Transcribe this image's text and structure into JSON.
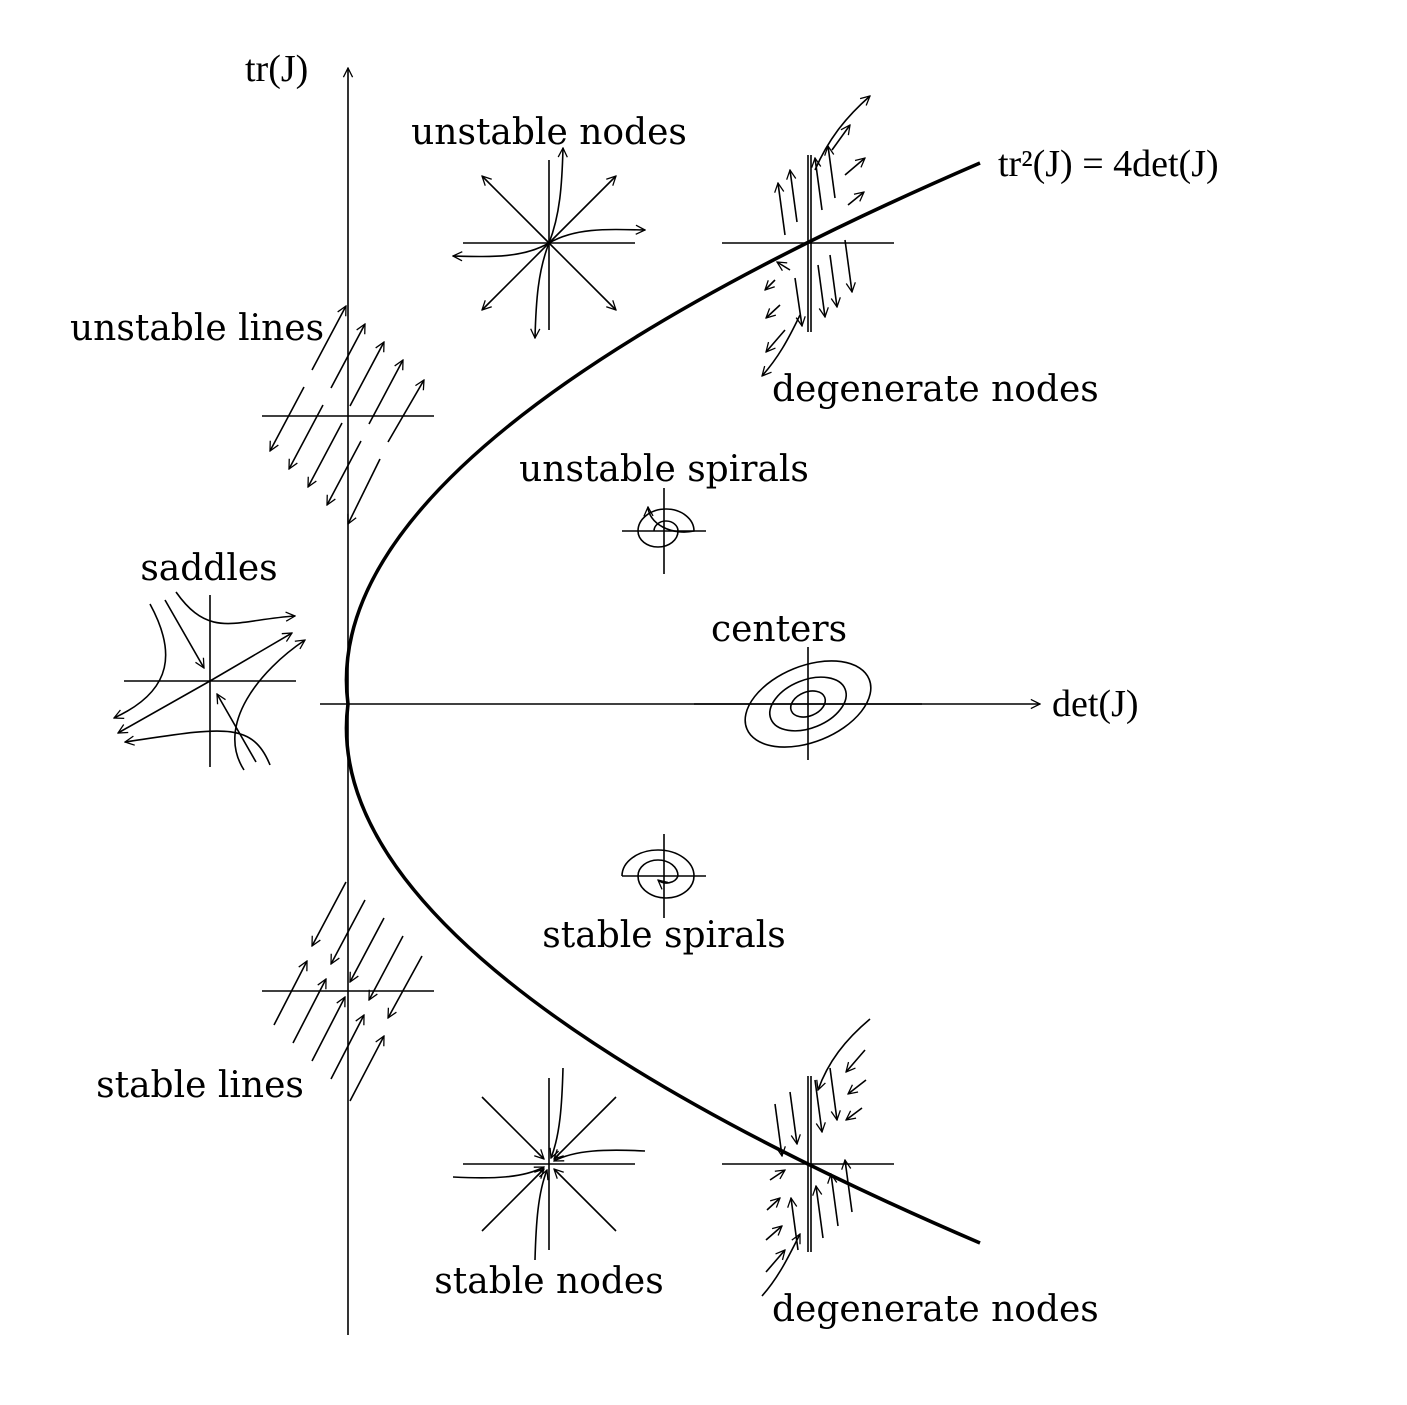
{
  "axes": {
    "y_label": "tr(J)",
    "x_label": "det(J)"
  },
  "curve": {
    "label": "tr²(J) = 4det(J)",
    "relation": "tr^2 = 4 det"
  },
  "regions": {
    "unstable_nodes": "unstable nodes",
    "degenerate_nodes_upper": "degenerate nodes",
    "unstable_lines": "unstable lines",
    "unstable_spirals": "unstable spirals",
    "saddles": "saddles",
    "centers": "centers",
    "stable_spirals": "stable spirals",
    "stable_lines": "stable lines",
    "stable_nodes": "stable nodes",
    "degenerate_nodes_lower": "degenerate nodes"
  },
  "colors": {
    "ink": "#000000",
    "background": "#ffffff"
  }
}
